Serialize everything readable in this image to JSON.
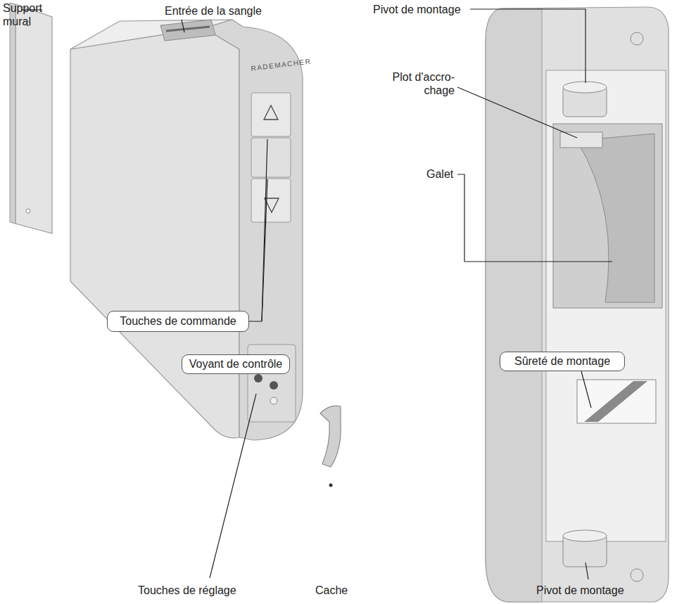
{
  "diagram": {
    "nodes": [
      {
        "text": [
          "Touches de commande"
        ]
      },
      {
        "text": [
          "Voyant de contrôle"
        ]
      },
      {
        "text": [
          "Sûreté de montage"
        ]
      }
    ],
    "labels": [
      "Support mural",
      "Entrée de la sangle",
      "Pivot de montage",
      "Plot d'accro- chage",
      "Galet",
      "Touches de réglage",
      "Cache",
      "Pivot de montage",
      "RADEMACHER"
    ]
  }
}
